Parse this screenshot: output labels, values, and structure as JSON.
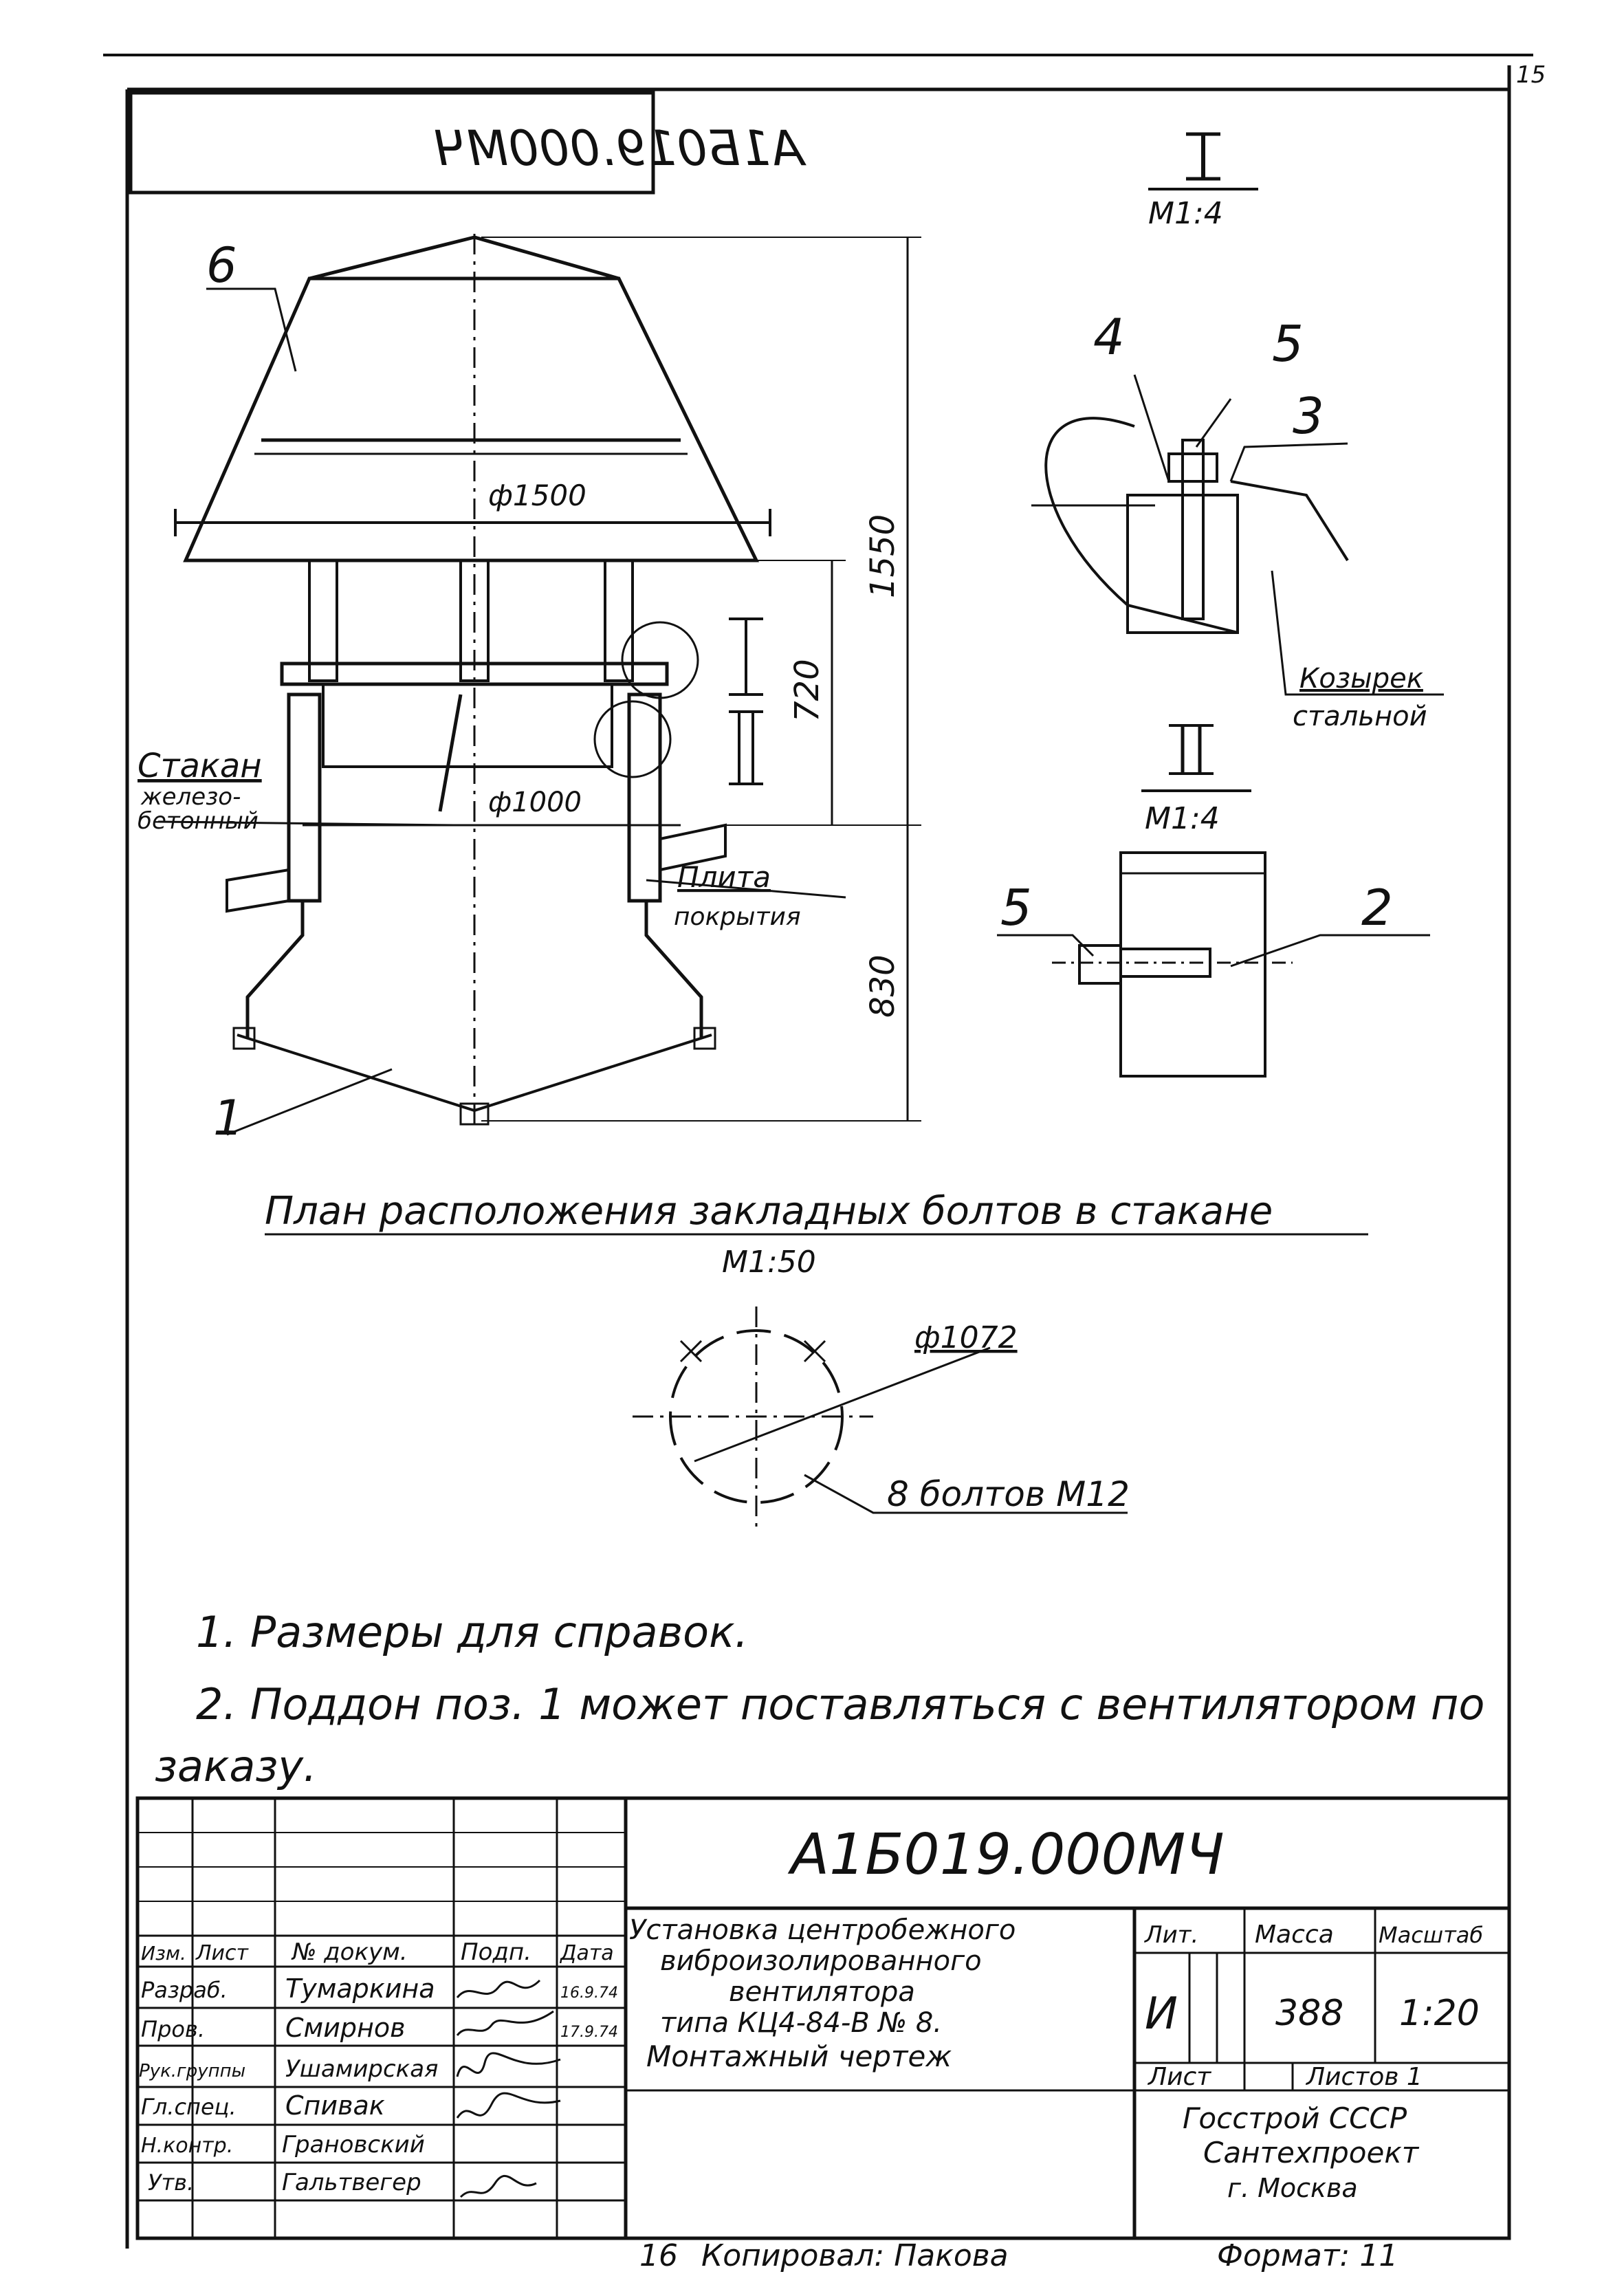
{
  "page_number": "15",
  "stamp_code_mirrored": "А1Б019.000МЧ",
  "views": {
    "main": {
      "pos_6": "6",
      "diam_1500": "ф1500",
      "dim_1550": "1550",
      "dim_720": "720",
      "dim_830": "830",
      "diam_1000": "ф1000",
      "mark_I": "I",
      "mark_II": "II",
      "label_stakan": "Стакан",
      "label_stakan_2": "железо-",
      "label_stakan_3": "бетонный",
      "label_plita": "Плита",
      "label_plita_2": "покрытия",
      "pos_1": "1"
    },
    "detail_I": {
      "title": "I",
      "scale": "M1:4",
      "pos_4": "4",
      "pos_5": "5",
      "pos_3": "3",
      "label_kozyrek": "Козырек",
      "label_kozyrek_2": "стальной"
    },
    "detail_II": {
      "title": "II",
      "scale": "M1:4",
      "pos_5": "5",
      "pos_2": "2"
    },
    "bolt_plan": {
      "title": "План расположения закладных болтов в стакане",
      "scale": "M1:50",
      "diam": "ф1072",
      "bolts": "8 болтов М12"
    }
  },
  "notes": [
    "1. Размеры для справок.",
    "2. Поддон поз. 1 может поставляться с вентилятором по",
    "заказу."
  ],
  "title_block": {
    "doc_code": "А1Б019.000МЧ",
    "description": [
      "Установка центробежного",
      "виброизолированного",
      "вентилятора",
      "типа КЦ4-84-В № 8.",
      "Монтажный чертеж"
    ],
    "col_headers": [
      "Изм.",
      "Лист",
      "№ докум.",
      "Подп.",
      "Дата"
    ],
    "signatures": [
      {
        "role": "Разраб.",
        "name": "Тумаркина",
        "date": "16.9.74"
      },
      {
        "role": "Пров.",
        "name": "Смирнов",
        "date": "17.9.74"
      },
      {
        "role": "Рук.группы",
        "name": "Ушамирская",
        "date": ""
      },
      {
        "role": "Гл.спец.",
        "name": "Спивак",
        "date": ""
      },
      {
        "role": "Н.контр.",
        "name": "Грановский",
        "date": ""
      },
      {
        "role": "Утв.",
        "name": "Гальтвегер",
        "date": ""
      }
    ],
    "lit_header": "Лит.",
    "mass_header": "Масса",
    "scale_header": "Масштаб",
    "lit_value": "И",
    "mass_value": "388",
    "scale_value": "1:20",
    "sheet_label": "Лист",
    "sheets_label": "Листов 1",
    "org_1": "Госстрой СССР",
    "org_2": "Сантехпроект",
    "org_3": "г. Москва"
  },
  "footer": {
    "left_num": "16",
    "copied": "Копировал: Пакова",
    "format": "Формат: 11"
  }
}
